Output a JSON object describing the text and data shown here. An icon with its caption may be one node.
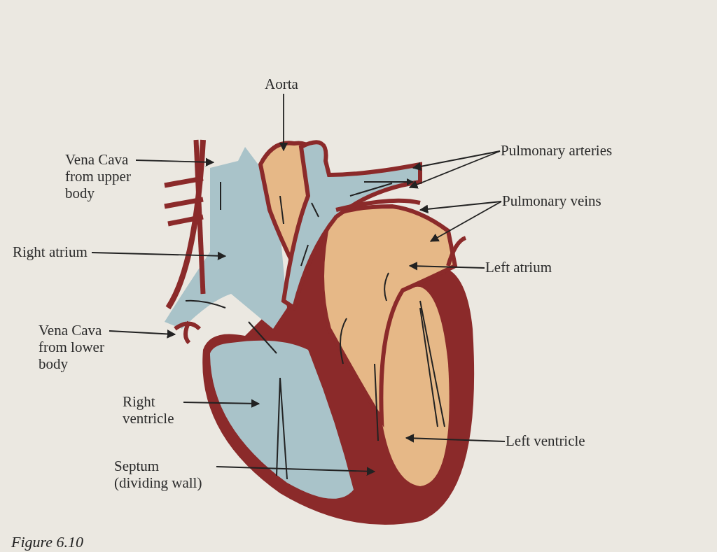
{
  "diagram": {
    "caption": "Figure 6.10",
    "nodes": [
      {
        "text": [
          "Aorta"
        ]
      },
      {
        "text": [
          "Vena Cava from upper body"
        ]
      },
      {
        "text": [
          "Right atrium"
        ]
      },
      {
        "text": [
          "Vena Cava from lower body"
        ]
      },
      {
        "text": [
          "Right ventricle"
        ]
      },
      {
        "text": [
          "Septum (dividing wall)"
        ]
      },
      {
        "text": [
          "Pulmonary arteries"
        ]
      },
      {
        "text": [
          "Pulmonary veins"
        ]
      },
      {
        "text": [
          "Left atrium"
        ]
      },
      {
        "text": [
          "Left ventricle"
        ]
      }
    ],
    "edges": [
      {
        "from": 0,
        "to": null,
        "arrow": "to"
      },
      {
        "from": 1,
        "to": null,
        "arrow": "to"
      },
      {
        "from": 2,
        "to": null,
        "arrow": "to"
      },
      {
        "from": 3,
        "to": null,
        "arrow": "to"
      },
      {
        "from": 4,
        "to": null,
        "arrow": "to"
      },
      {
        "from": 5,
        "to": null,
        "arrow": "to"
      },
      {
        "from": 6,
        "to": null,
        "arrow": "to"
      },
      {
        "from": 6,
        "to": null,
        "arrow": "to"
      },
      {
        "from": 7,
        "to": null,
        "arrow": "to"
      },
      {
        "from": 7,
        "to": null,
        "arrow": "to"
      },
      {
        "from": 8,
        "to": null,
        "arrow": "to"
      },
      {
        "from": 9,
        "to": null,
        "arrow": "to"
      }
    ]
  }
}
